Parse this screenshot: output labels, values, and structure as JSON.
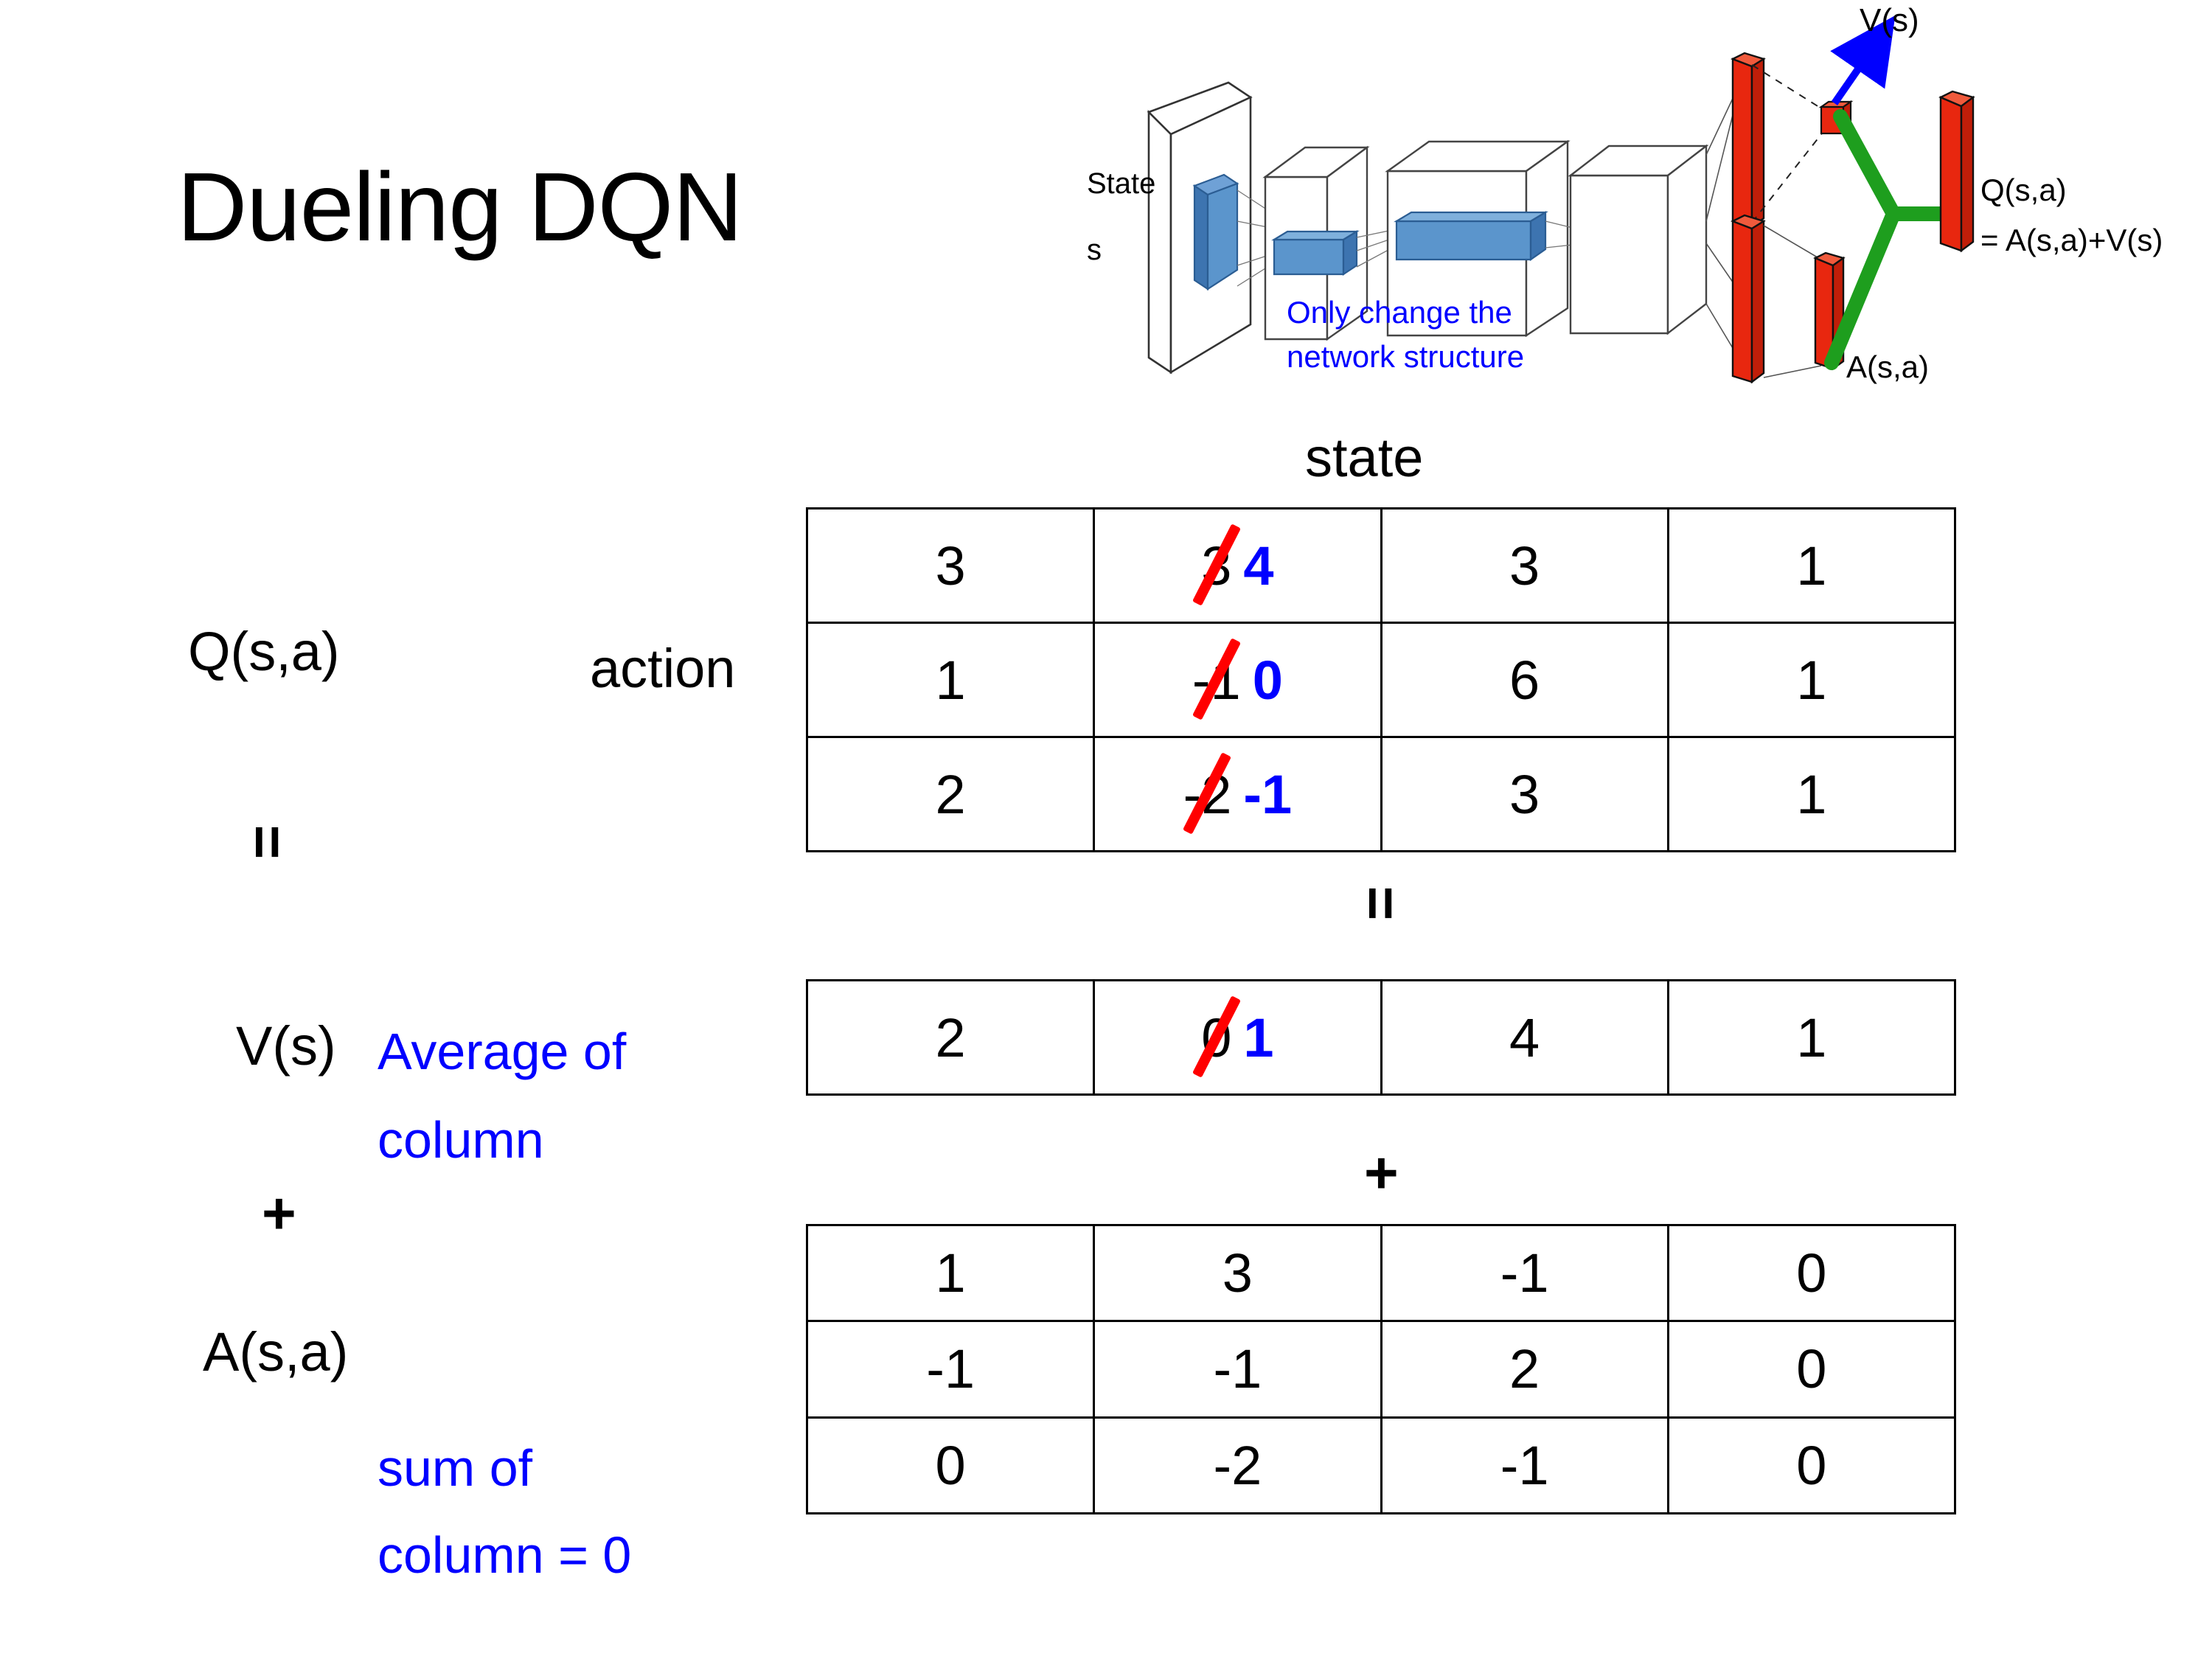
{
  "slide": {
    "title": "Dueling DQN",
    "background": "#ffffff"
  },
  "colors": {
    "accent_blue": "#0000FF",
    "strike_red": "#FF0000",
    "bar_red": "#FF2A18",
    "bar_green": "#1E9E1E",
    "filter_blue": "#4A82C4",
    "text_black": "#000000"
  },
  "diagram": {
    "input_label_line1": "State",
    "input_label_line2": "s",
    "note_line1": "Only change the",
    "note_line2": "network structure",
    "value_label": "V(s)",
    "advantage_label": "A(s,a)",
    "q_label_line1": "Q(s,a)",
    "q_label_line2": "= A(s,a)+V(s)"
  },
  "axes": {
    "state_label": "state",
    "action_label": "action"
  },
  "sections": {
    "q_label": "Q(s,a)",
    "v_label": "V(s)",
    "a_label": "A(s,a)",
    "eq_between_q_and_v_left": "=",
    "eq_between_q_and_v_center": "=",
    "plus_left": "+",
    "plus_center": "+",
    "v_note_line1": "Average of",
    "v_note_line2": "column",
    "a_note_line1": "sum of",
    "a_note_line2": "column = 0"
  },
  "chart_data": {
    "type": "table",
    "title": "Dueling DQN decomposition Q(s,a) = V(s) + A(s,a)",
    "xlabel": "state",
    "ylabel": "action",
    "tables": [
      {
        "name": "Q(s,a)",
        "rows": 3,
        "cols": 4,
        "values": [
          [
            "3",
            "3",
            "3",
            "1"
          ],
          [
            "1",
            "-1",
            "6",
            "1"
          ],
          [
            "2",
            "-2",
            "3",
            "1"
          ]
        ],
        "edits": [
          {
            "row": 0,
            "col": 1,
            "old": "3",
            "new": "4"
          },
          {
            "row": 1,
            "col": 1,
            "old": "-1",
            "new": "0"
          },
          {
            "row": 2,
            "col": 1,
            "old": "-2",
            "new": "-1"
          }
        ]
      },
      {
        "name": "V(s)",
        "rows": 1,
        "cols": 4,
        "values": [
          [
            "2",
            "0",
            "4",
            "1"
          ]
        ],
        "edits": [
          {
            "row": 0,
            "col": 1,
            "old": "0",
            "new": "1"
          }
        ]
      },
      {
        "name": "A(s,a)",
        "rows": 3,
        "cols": 4,
        "values": [
          [
            "1",
            "3",
            "-1",
            "0"
          ],
          [
            "-1",
            "-1",
            "2",
            "0"
          ],
          [
            "0",
            "-2",
            "-1",
            "0"
          ]
        ],
        "edits": []
      }
    ]
  }
}
